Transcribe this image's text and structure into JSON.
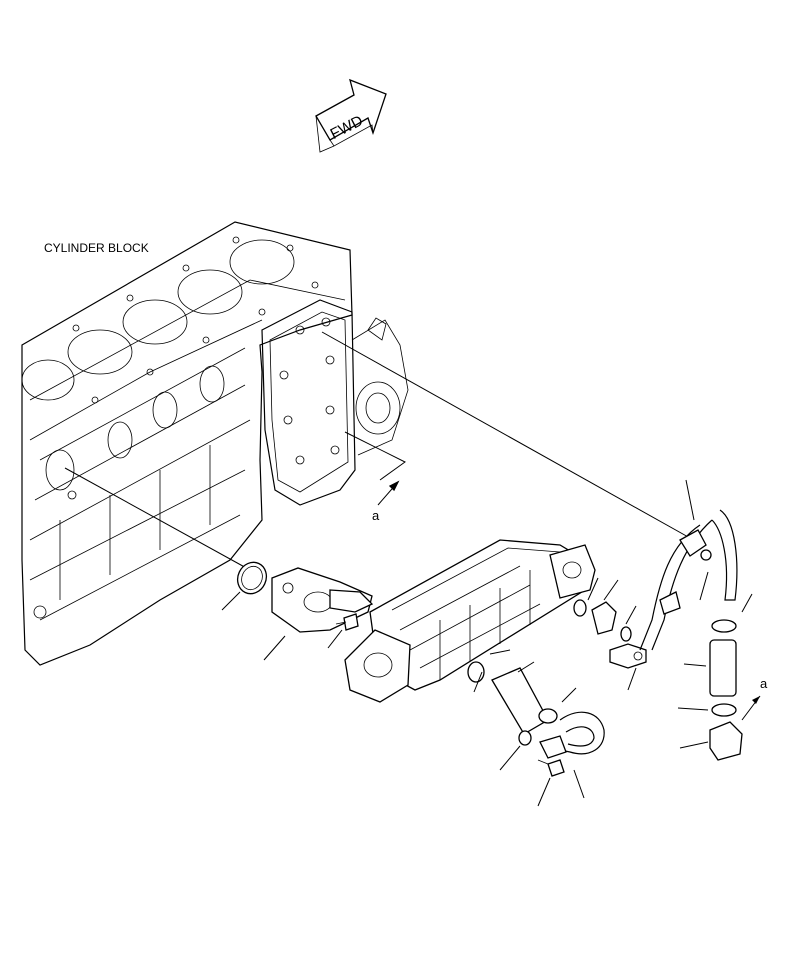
{
  "diagram": {
    "fwd_label": "FWD",
    "cylinder_block_label": "CYLINDER BLOCK",
    "view_marker_label": "a"
  },
  "colors": {
    "background": "#ffffff",
    "line": "#000000"
  },
  "icons": {
    "fwd_arrow": "fwd-arrow-icon",
    "view_arrow": "view-arrow-icon"
  }
}
